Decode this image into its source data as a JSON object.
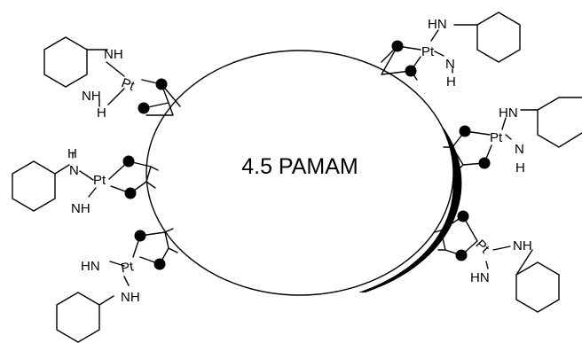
{
  "core": {
    "label": "4.5 PAMAM"
  },
  "atoms": {
    "nh": "NH",
    "hn": "HN",
    "n": "N",
    "h": "H",
    "pt": "Pt"
  },
  "colors": {
    "ink": "#000000",
    "background": "#ffffff"
  },
  "complex_count": 6
}
